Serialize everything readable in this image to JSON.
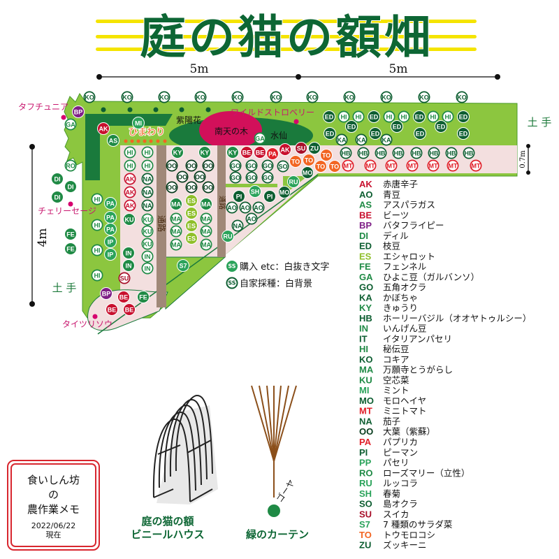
{
  "title": "庭の猫の額畑",
  "scale": {
    "top_left": "5m",
    "top_right": "5m",
    "left": "4m",
    "strip": "0.7m"
  },
  "labels": {
    "bank_right": "土 手",
    "bank_left": "土 手",
    "hydrangea": "紫陽花",
    "nandina": "南天の木",
    "daffodil": "水仙",
    "sunflower": "ひまわり",
    "path1": "通路",
    "path2": "通路",
    "tough_petunia": "タフチュニア",
    "wild_strawberry": "ワイルドストロベリー",
    "cherry_sage": "チェリーセージ",
    "tiarella": "タイツリソウ",
    "goya": "ゴーヤ"
  },
  "marker_legend": [
    {
      "code": "SS",
      "text": "購入 etc：白抜き文字"
    },
    {
      "code": "SS",
      "text": "自家採種：白背景"
    }
  ],
  "colors": {
    "dark_green": "#0d5e31",
    "green": "#1f8a45",
    "light_green": "#8cc63f",
    "bed_pink": "#f3dfdf",
    "red": "#c8102e",
    "orange": "#f26522",
    "purple": "#7e1f86",
    "magenta": "#d6006e",
    "path_brown": "#a08878"
  },
  "legend": [
    {
      "code": "AK",
      "name": "赤唐辛子",
      "color": "#c8102e"
    },
    {
      "code": "AO",
      "name": "青豆",
      "color": "#0d5e31"
    },
    {
      "code": "AS",
      "name": "アスパラガス",
      "color": "#1f8a45"
    },
    {
      "code": "BE",
      "name": "ビーツ",
      "color": "#c8102e"
    },
    {
      "code": "BP",
      "name": "バタフライピー",
      "color": "#7e1f86"
    },
    {
      "code": "DI",
      "name": "ディル",
      "color": "#1f8a45"
    },
    {
      "code": "ED",
      "name": "枝豆",
      "color": "#0d5e31"
    },
    {
      "code": "ES",
      "name": "エシャロット",
      "color": "#8fbf2a"
    },
    {
      "code": "FE",
      "name": "フェンネル",
      "color": "#1f8a45"
    },
    {
      "code": "GA",
      "name": "ひよこ豆（ガルバンソ）",
      "color": "#1f8a45"
    },
    {
      "code": "GO",
      "name": "五角オクラ",
      "color": "#0d5e31"
    },
    {
      "code": "KA",
      "name": "かぼちゃ",
      "color": "#0d5e31"
    },
    {
      "code": "KY",
      "name": "きゅうり",
      "color": "#1f8a45"
    },
    {
      "code": "HB",
      "name": "ホーリーバジル（オオヤトゥルシー）",
      "color": "#0d5e31"
    },
    {
      "code": "IN",
      "name": "いんげん豆",
      "color": "#1f8a45"
    },
    {
      "code": "IT",
      "name": "イタリアンパセリ",
      "color": "#0d5e31"
    },
    {
      "code": "HI",
      "name": "秘伝豆",
      "color": "#1f8a45"
    },
    {
      "code": "KO",
      "name": "コキア",
      "color": "#0d5e31"
    },
    {
      "code": "MA",
      "name": "万願寺とうがらし",
      "color": "#1f8a45"
    },
    {
      "code": "KU",
      "name": "空芯菜",
      "color": "#1f8a45"
    },
    {
      "code": "MI",
      "name": "ミント",
      "color": "#2aa35a"
    },
    {
      "code": "MO",
      "name": "モロヘイヤ",
      "color": "#0d5e31"
    },
    {
      "code": "MT",
      "name": "ミニトマト",
      "color": "#e0202a"
    },
    {
      "code": "NA",
      "name": "茄子",
      "color": "#0d5e31"
    },
    {
      "code": "OO",
      "name": "大葉（紫蘇）",
      "color": "#063b1c"
    },
    {
      "code": "PA",
      "name": "パプリカ",
      "color": "#e0202a"
    },
    {
      "code": "PI",
      "name": "ピーマン",
      "color": "#0d5e31"
    },
    {
      "code": "PP",
      "name": "パセリ",
      "color": "#2aa35a"
    },
    {
      "code": "RO",
      "name": "ローズマリー（立性）",
      "color": "#1f8a45"
    },
    {
      "code": "RU",
      "name": "ルッコラ",
      "color": "#2aa35a"
    },
    {
      "code": "SH",
      "name": "春菊",
      "color": "#2aa35a"
    },
    {
      "code": "SO",
      "name": "島オクラ",
      "color": "#0d5e31"
    },
    {
      "code": "SU",
      "name": "スイカ",
      "color": "#a8102a"
    },
    {
      "code": "S7",
      "name": "7 種類のサラダ菜",
      "color": "#2aa35a"
    },
    {
      "code": "TO",
      "name": "トウモロコシ",
      "color": "#f26522"
    },
    {
      "code": "ZU",
      "name": "ズッキーニ",
      "color": "#0d5e31"
    }
  ],
  "markers": [
    [
      "KO",
      "w"
    ],
    [
      "KO",
      "w"
    ],
    [
      "KO",
      "w"
    ],
    [
      "KO",
      "w"
    ],
    [
      "KO",
      "w"
    ],
    [
      "KO",
      "w"
    ],
    [
      "KO",
      "w"
    ],
    [
      "KO",
      "w"
    ],
    [
      "KO",
      "w"
    ],
    [
      "KO",
      "w"
    ],
    [
      "KO",
      "w"
    ],
    [
      "BP",
      "f"
    ],
    [
      "GA",
      "w"
    ],
    [
      "AK",
      "f"
    ],
    [
      "AS",
      "f"
    ],
    [
      "MI",
      "f"
    ],
    [
      "GA",
      "w"
    ],
    [
      "RO",
      "w"
    ],
    [
      "DI",
      "f"
    ],
    [
      "DI",
      "f"
    ],
    [
      "DI",
      "f"
    ],
    [
      "FE",
      "f"
    ],
    [
      "FE",
      "f"
    ],
    [
      "HI",
      "w"
    ],
    [
      "HI",
      "w"
    ],
    [
      "HI",
      "w"
    ],
    [
      "HI",
      "w"
    ],
    [
      "PA",
      "f",
      "#2aa35a"
    ],
    [
      "PA",
      "f",
      "#2aa35a"
    ],
    [
      "PA",
      "f",
      "#2aa35a"
    ],
    [
      "IP",
      "f",
      "#2aa35a"
    ],
    [
      "IP",
      "f",
      "#2aa35a"
    ],
    [
      "HI",
      "w"
    ],
    [
      "HI",
      "w"
    ],
    [
      "HI",
      "w"
    ],
    [
      "HI",
      "w"
    ],
    [
      "AK",
      "w"
    ],
    [
      "AK",
      "w"
    ],
    [
      "AK",
      "w"
    ],
    [
      "NA",
      "w"
    ],
    [
      "NA",
      "w"
    ],
    [
      "NA",
      "w"
    ],
    [
      "KU",
      "f"
    ],
    [
      "KU",
      "w"
    ],
    [
      "KU",
      "w"
    ],
    [
      "KU",
      "w"
    ],
    [
      "IN",
      "f"
    ],
    [
      "IN",
      "f"
    ],
    [
      "IN",
      "w"
    ],
    [
      "IN",
      "w"
    ],
    [
      "SU",
      "w"
    ],
    [
      "BP",
      "f"
    ],
    [
      "BE",
      "f"
    ],
    [
      "BE",
      "f"
    ],
    [
      "BE",
      "f"
    ],
    [
      "FE",
      "f"
    ],
    [
      "KY",
      "f"
    ],
    [
      "KY",
      "f"
    ],
    [
      "OO",
      "w"
    ],
    [
      "OO",
      "w"
    ],
    [
      "OO",
      "w"
    ],
    [
      "OO",
      "w"
    ],
    [
      "OO",
      "w"
    ],
    [
      "OO",
      "w"
    ],
    [
      "OO",
      "w"
    ],
    [
      "OO",
      "w"
    ],
    [
      "MA",
      "f"
    ],
    [
      "ES",
      "f"
    ],
    [
      "ES",
      "f"
    ],
    [
      "ES",
      "f"
    ],
    [
      "ES",
      "f"
    ],
    [
      "MA",
      "f"
    ],
    [
      "MA",
      "w"
    ],
    [
      "MA",
      "w"
    ],
    [
      "MA",
      "w"
    ],
    [
      "MA",
      "w"
    ],
    [
      "MA",
      "w"
    ],
    [
      "MA",
      "w"
    ],
    [
      "S7",
      "f"
    ],
    [
      "KY",
      "f"
    ],
    [
      "BE",
      "f"
    ],
    [
      "BE",
      "f"
    ],
    [
      "PA",
      "f"
    ],
    [
      "AK",
      "f"
    ],
    [
      "SU",
      "f"
    ],
    [
      "ZU",
      "f"
    ],
    [
      "GO",
      "w"
    ],
    [
      "GO",
      "w"
    ],
    [
      "GO",
      "w"
    ],
    [
      "GO",
      "w"
    ],
    [
      "GO",
      "w"
    ],
    [
      "GO",
      "w"
    ],
    [
      "SO",
      "w"
    ],
    [
      "TO",
      "f"
    ],
    [
      "TO",
      "f"
    ],
    [
      "TO",
      "f"
    ],
    [
      "TO",
      "f"
    ],
    [
      "TO",
      "f"
    ],
    [
      "MO",
      "f"
    ],
    [
      "MO",
      "f"
    ],
    [
      "RU",
      "f"
    ],
    [
      "SH",
      "f"
    ],
    [
      "PI",
      "f"
    ],
    [
      "PI",
      "f"
    ],
    [
      "AO",
      "w"
    ],
    [
      "AO",
      "w"
    ],
    [
      "AO",
      "w"
    ],
    [
      "AO",
      "w"
    ],
    [
      "NA",
      "w"
    ],
    [
      "RU",
      "f"
    ],
    [
      "ED",
      "f"
    ],
    [
      "HI",
      "w"
    ],
    [
      "HI",
      "w"
    ],
    [
      "ED",
      "f"
    ],
    [
      "HI",
      "w"
    ],
    [
      "HI",
      "w"
    ],
    [
      "ED",
      "f"
    ],
    [
      "HI",
      "w"
    ],
    [
      "HI",
      "w"
    ],
    [
      "ED",
      "f"
    ],
    [
      "ED",
      "f"
    ],
    [
      "ED",
      "f"
    ],
    [
      "ED",
      "f"
    ],
    [
      "ED",
      "f"
    ],
    [
      "ED",
      "f"
    ],
    [
      "ED",
      "f"
    ],
    [
      "ED",
      "f"
    ],
    [
      "KA",
      "w"
    ],
    [
      "KA",
      "w"
    ],
    [
      "KA",
      "w"
    ],
    [
      "HB",
      "w"
    ],
    [
      "HB",
      "w"
    ],
    [
      "HB",
      "w"
    ],
    [
      "HB",
      "w"
    ],
    [
      "HB",
      "w"
    ],
    [
      "HB",
      "w"
    ],
    [
      "HB",
      "w"
    ],
    [
      "HB",
      "w"
    ],
    [
      "MT",
      "w"
    ],
    [
      "MT",
      "w"
    ],
    [
      "MT",
      "w"
    ],
    [
      "MT",
      "w"
    ],
    [
      "MT",
      "w"
    ],
    [
      "MT",
      "w"
    ],
    [
      "MT",
      "w"
    ]
  ],
  "memo": {
    "line1": "食いしん坊",
    "line2": "の",
    "line3": "農作業メモ",
    "date": "2022/06/22",
    "date_suffix": "現在"
  },
  "greenhouse": {
    "line1": "庭の猫の額",
    "line2": "ビニールハウス"
  },
  "curtain": {
    "label": "緑のカーテン"
  }
}
